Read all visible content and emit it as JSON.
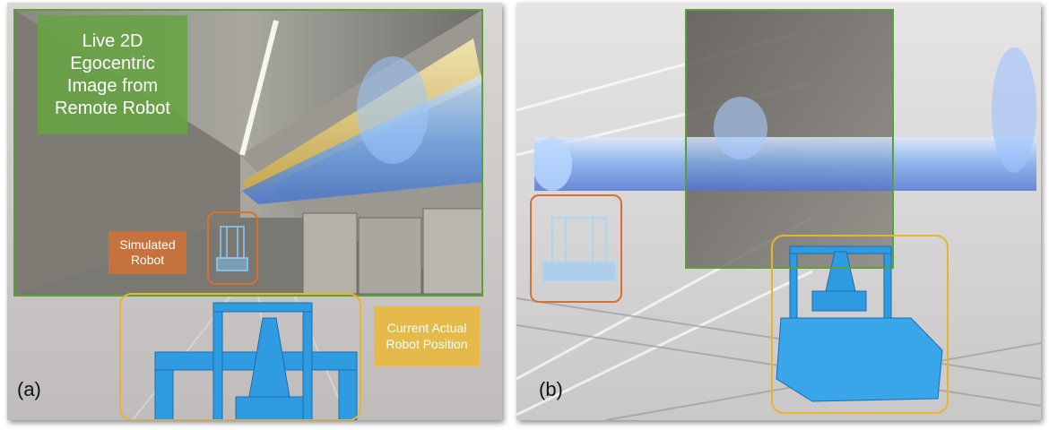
{
  "panel_a": {
    "label": "(a)",
    "callouts": {
      "live_image": "Live 2D Egocentric Image from Remote Robot",
      "simulated_robot": "Simulated Robot",
      "actual_position": "Current Actual Robot Position"
    }
  },
  "panel_b": {
    "label": "(b)"
  },
  "colors": {
    "green_frame": "#5aa03a",
    "orange_frame": "#d7712e",
    "yellow_frame": "#e8b42a",
    "robot_blue": "#2f9be0"
  },
  "icons": [
    "robot-model",
    "tunnel-scene",
    "magnet-pipe"
  ]
}
